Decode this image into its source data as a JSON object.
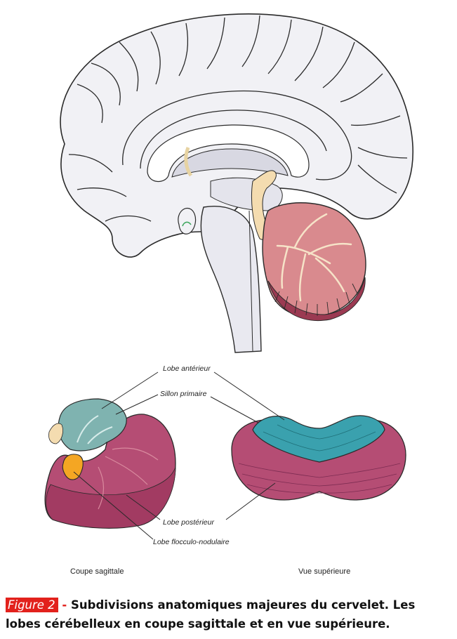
{
  "labels": {
    "lobe_anterieur": "Lobe antérieur",
    "sillon_primaire": "Sillon primaire",
    "lobe_posterieur": "Lobe postérieur",
    "lobe_flocculo_nodulaire": "Lobe flocculo-nodulaire"
  },
  "views": {
    "sagittal": "Coupe sagittale",
    "superior": "Vue supérieure"
  },
  "caption": {
    "tag": "Figure 2",
    "dash": " -",
    "text": " Subdivisions anatomiques majeures du cervelet. Les lobes cérébelleux en coupe sagittale et en vue supérieure."
  },
  "colors": {
    "brain_fill": "#f1f1f5",
    "brain_stroke": "#2a2a2a",
    "ventricle": "#d8d8e2",
    "cerebellum": "#d98a8e",
    "cerebellum_dark": "#9b3a52",
    "anterior_lobe": "#7fb3b0",
    "posterior_lobe": "#b54d74",
    "flocculonodular": "#f4a623",
    "caption_tag_bg": "#e2211c"
  }
}
